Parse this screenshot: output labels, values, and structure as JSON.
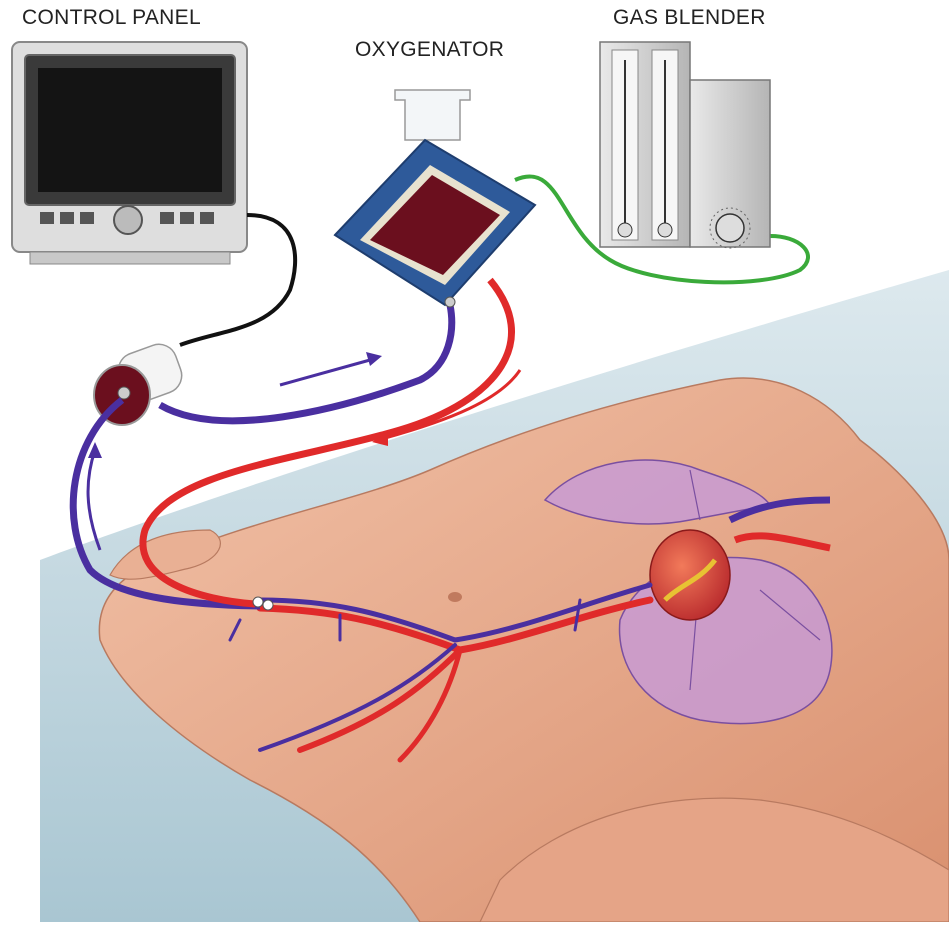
{
  "labels": {
    "control_panel": "CONTROL PANEL",
    "oxygenator": "OXYGENATOR",
    "gas_blender": "GAS BLENDER"
  },
  "colors": {
    "venous_blue": "#4a2fa0",
    "arterial_red": "#e02a2a",
    "gas_line_green": "#3aaa3a",
    "monitor_cable_black": "#111111",
    "oxygenator_blood": "#6b0f1e",
    "oxygenator_casing": "#2e5a9a",
    "skin": "#e8a98c",
    "bed_sheet": "#c9dde6",
    "lung_purple": "#c59ad8"
  },
  "components": [
    {
      "name": "control-panel",
      "icon": "monitor-icon"
    },
    {
      "name": "centrifugal-pump",
      "icon": "pump-icon"
    },
    {
      "name": "oxygenator",
      "icon": "oxygenator-icon"
    },
    {
      "name": "gas-blender",
      "icon": "flowmeter-icon"
    },
    {
      "name": "patient",
      "icon": "patient-body"
    },
    {
      "name": "heart-lungs",
      "icon": "heart-icon"
    }
  ],
  "circuit": {
    "venous_drainage": "femoral vein to pump",
    "pump_to_oxygenator": "pump to oxygenator",
    "arterial_return": "oxygenator to femoral artery"
  }
}
